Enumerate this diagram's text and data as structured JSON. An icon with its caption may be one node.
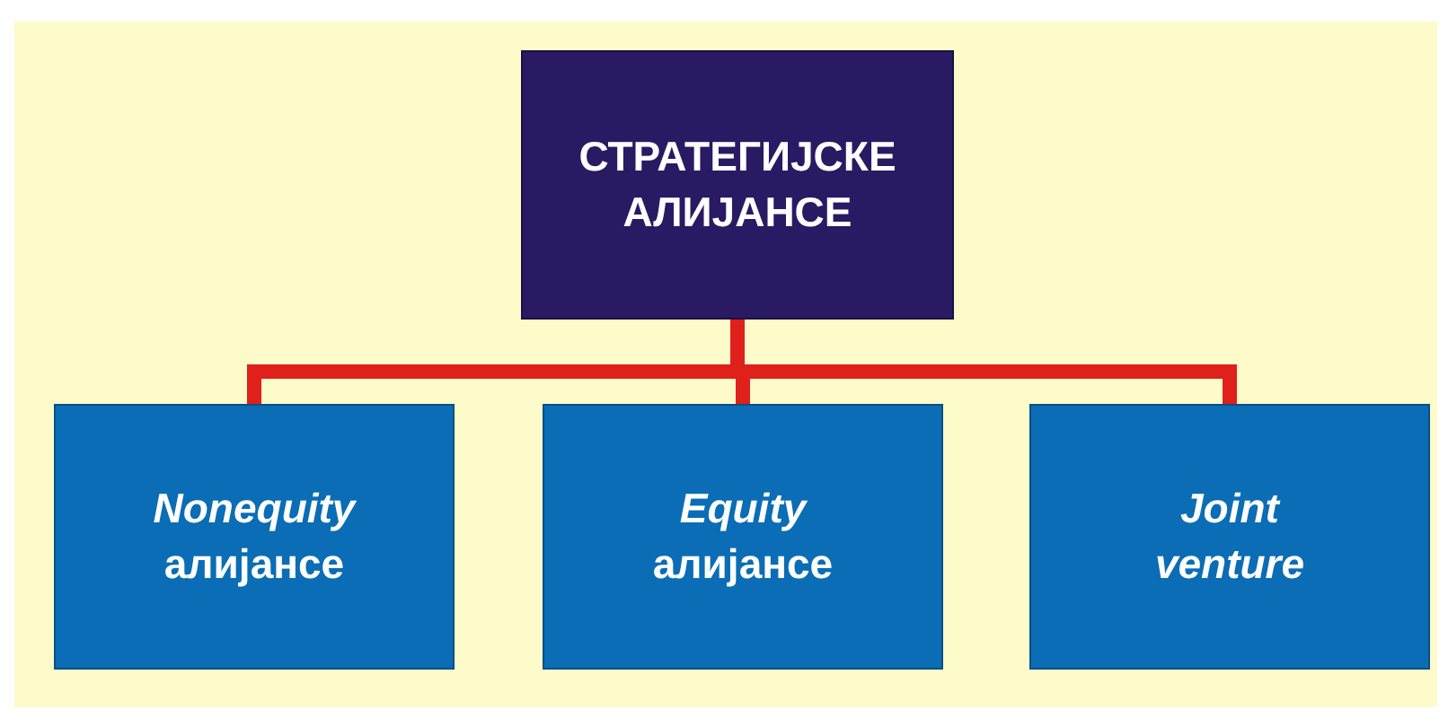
{
  "diagram": {
    "nodes": [
      {
        "text": [
          "СТРАТЕГИЈСКЕ АЛИЈАНСЕ"
        ]
      },
      {
        "text": [
          "*Nonequity* алијансе"
        ]
      },
      {
        "text": [
          "*Equity* алијансе"
        ]
      },
      {
        "text": [
          "Joint venture"
        ]
      }
    ],
    "edges": [
      {
        "from": 0,
        "to": 1,
        "arrow": "none"
      },
      {
        "from": 0,
        "to": 2,
        "arrow": "none"
      },
      {
        "from": 0,
        "to": 3,
        "arrow": "none"
      }
    ]
  }
}
